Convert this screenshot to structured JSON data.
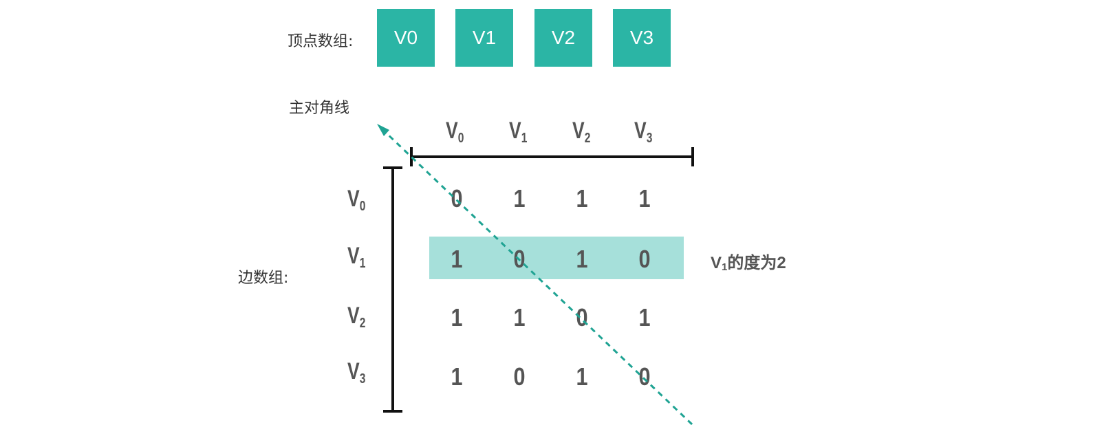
{
  "vertex_array": {
    "label": "顶点数组:",
    "items": [
      "V0",
      "V1",
      "V2",
      "V3"
    ],
    "box_color": "#2bb5a5"
  },
  "diagonal_label": "主对角线",
  "edge_array_label": "边数组:",
  "matrix": {
    "col_headers": [
      {
        "base": "V",
        "sub": "0"
      },
      {
        "base": "V",
        "sub": "1"
      },
      {
        "base": "V",
        "sub": "2"
      },
      {
        "base": "V",
        "sub": "3"
      }
    ],
    "row_headers": [
      {
        "base": "V",
        "sub": "0"
      },
      {
        "base": "V",
        "sub": "1"
      },
      {
        "base": "V",
        "sub": "2"
      },
      {
        "base": "V",
        "sub": "3"
      }
    ],
    "rows": [
      [
        "0",
        "1",
        "1",
        "1"
      ],
      [
        "1",
        "0",
        "1",
        "0"
      ],
      [
        "1",
        "1",
        "0",
        "1"
      ],
      [
        "1",
        "0",
        "1",
        "0"
      ]
    ],
    "highlight_color": "#a6e0da",
    "diagonal_color": "#1fa393"
  },
  "degree_note": {
    "base": "V",
    "sub": "1",
    "text": "的度为2"
  }
}
